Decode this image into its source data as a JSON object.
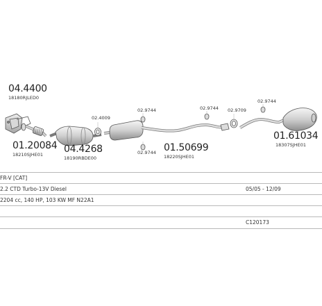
{
  "parts": {
    "p1": {
      "number": "04.4400",
      "code": "18180RJLED0"
    },
    "p2": {
      "number": "01.20084",
      "code": "18210SJHE01"
    },
    "p3": {
      "number": "04.4268",
      "code": "18190RBDE00"
    },
    "p4": {
      "number": "01.50699",
      "code": "18220SJHE01"
    },
    "p5": {
      "number": "01.61034",
      "code": "18307SJHE01"
    }
  },
  "clamps": {
    "c1": "02.4009",
    "c2": "02.9744",
    "c3": "02.9744",
    "c4": "02.9744",
    "c5": "02.9709",
    "c6": "02.9744"
  },
  "vehicle": {
    "model": "FR-V [CAT]",
    "engine": "2.2 CTD  Turbo-13V Diesel",
    "period": "05/05 - 12/09",
    "spec": "2204 cc, 140 HP, 103 KW MF N22A1",
    "ref": "C120173"
  },
  "colors": {
    "line": "#555555",
    "body": "#e2e2e2",
    "rule": "#b9b9b9"
  }
}
